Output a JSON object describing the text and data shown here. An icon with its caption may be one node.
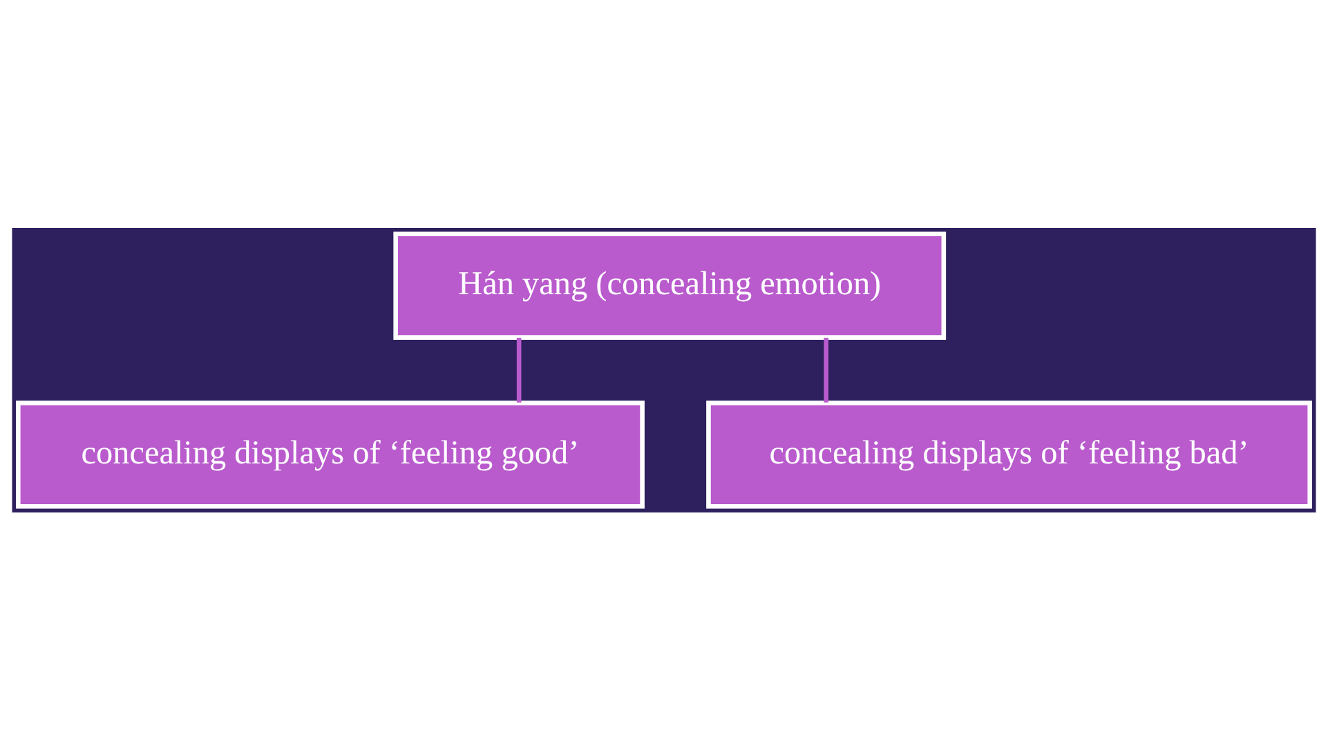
{
  "diagram": {
    "nodes": [
      {
        "text": [
          "Hán yang (concealing emotion)"
        ]
      },
      {
        "text": [
          "concealing displays of ‘feeling good’"
        ]
      },
      {
        "text": [
          "concealing displays of ‘feeling bad’"
        ]
      }
    ],
    "edges": [
      {
        "from": 0,
        "to": 1,
        "arrow": "none"
      },
      {
        "from": 0,
        "to": 2,
        "arrow": "none"
      }
    ]
  }
}
